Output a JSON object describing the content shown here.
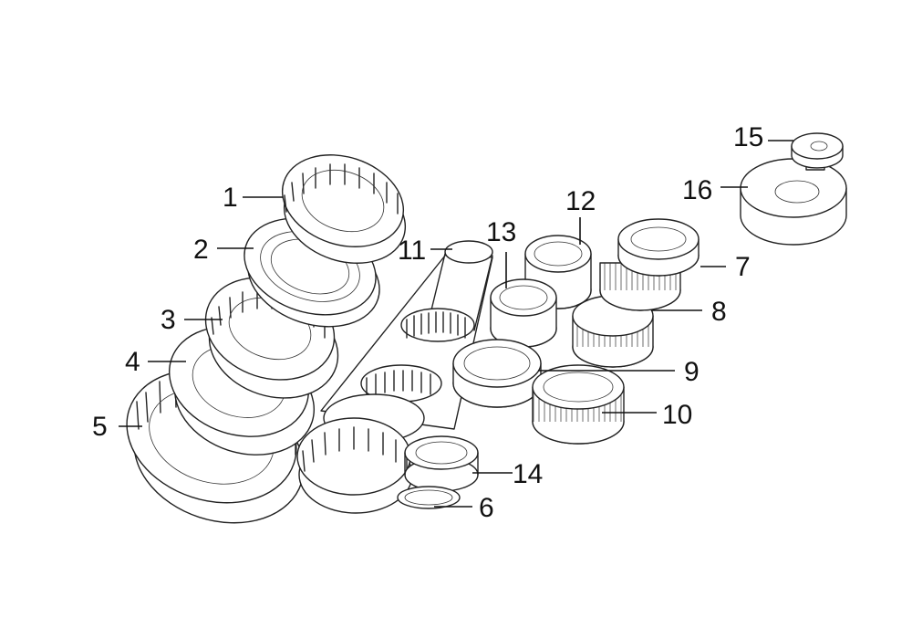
{
  "colors": {
    "line": "#222222",
    "background": "#ffffff"
  },
  "callouts": [
    "1",
    "2",
    "3",
    "4",
    "5",
    "6",
    "7",
    "8",
    "9",
    "10",
    "11",
    "12",
    "13",
    "14",
    "15",
    "16"
  ]
}
